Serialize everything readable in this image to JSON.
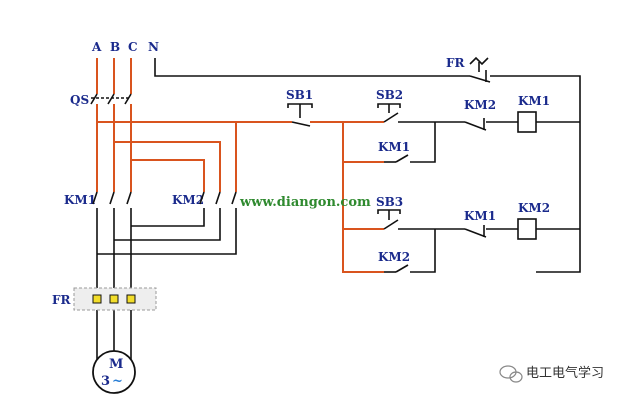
{
  "phases": [
    "A",
    "B",
    "C",
    "N"
  ],
  "labels": {
    "qs": "QS",
    "km1_main": "KM1",
    "km2_main": "KM2",
    "fr_main": "FR",
    "fr_ctrl": "FR",
    "sb1": "SB1",
    "sb2": "SB2",
    "sb3": "SB3",
    "km1_aux1": "KM1",
    "km2_aux1": "KM2",
    "km2_interlock": "KM2",
    "km1_interlock": "KM1",
    "coil_km1": "KM1",
    "coil_km2": "KM2"
  },
  "motor": {
    "name": "M",
    "phase": "3",
    "symbol": "~"
  },
  "watermark": "www.diangon.com",
  "brand": "电工电气学习",
  "colors": {
    "wire_red": "#d9541e",
    "wire_black": "#111111",
    "label_blue": "#1a2a8c",
    "watermark_green": "#2f8a2f",
    "fr_box": "#eeeeee",
    "fr_element": "#f2dd2a"
  }
}
